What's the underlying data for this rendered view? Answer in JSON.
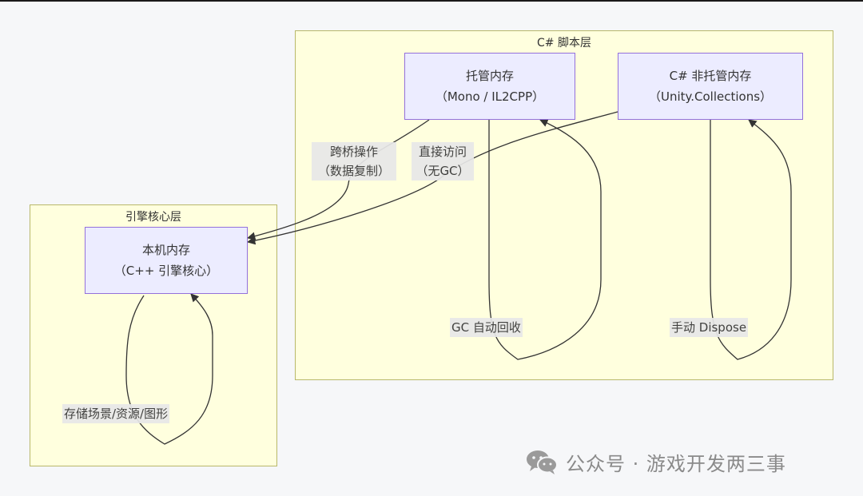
{
  "clusters": {
    "script_layer": {
      "title": "C# 脚本层"
    },
    "engine_layer": {
      "title": "引擎核心层"
    }
  },
  "nodes": {
    "managed": {
      "line1": "托管内存",
      "line2": "（Mono / IL2CPP）"
    },
    "unmanaged": {
      "line1": "C# 非托管内存",
      "line2": "（Unity.Collections）"
    },
    "native": {
      "line1": "本机内存",
      "line2": "（C++ 引擎核心）"
    }
  },
  "edges": {
    "bridge": {
      "line1": "跨桥操作",
      "line2": "（数据复制）"
    },
    "direct": {
      "line1": "直接访问",
      "line2": "（无GC）"
    },
    "gc": {
      "label": "GC 自动回收"
    },
    "dispose": {
      "label": "手动 Dispose"
    },
    "store": {
      "label": "存储场景/资源/图形"
    }
  },
  "watermark": {
    "icon": "wechat-icon",
    "text": "公众号 · 游戏开发两三事"
  },
  "colors": {
    "cluster_fill": "#ffffde",
    "cluster_border": "#b8b86a",
    "node_fill": "#ececff",
    "node_border": "#9370db",
    "edge": "#333333"
  }
}
